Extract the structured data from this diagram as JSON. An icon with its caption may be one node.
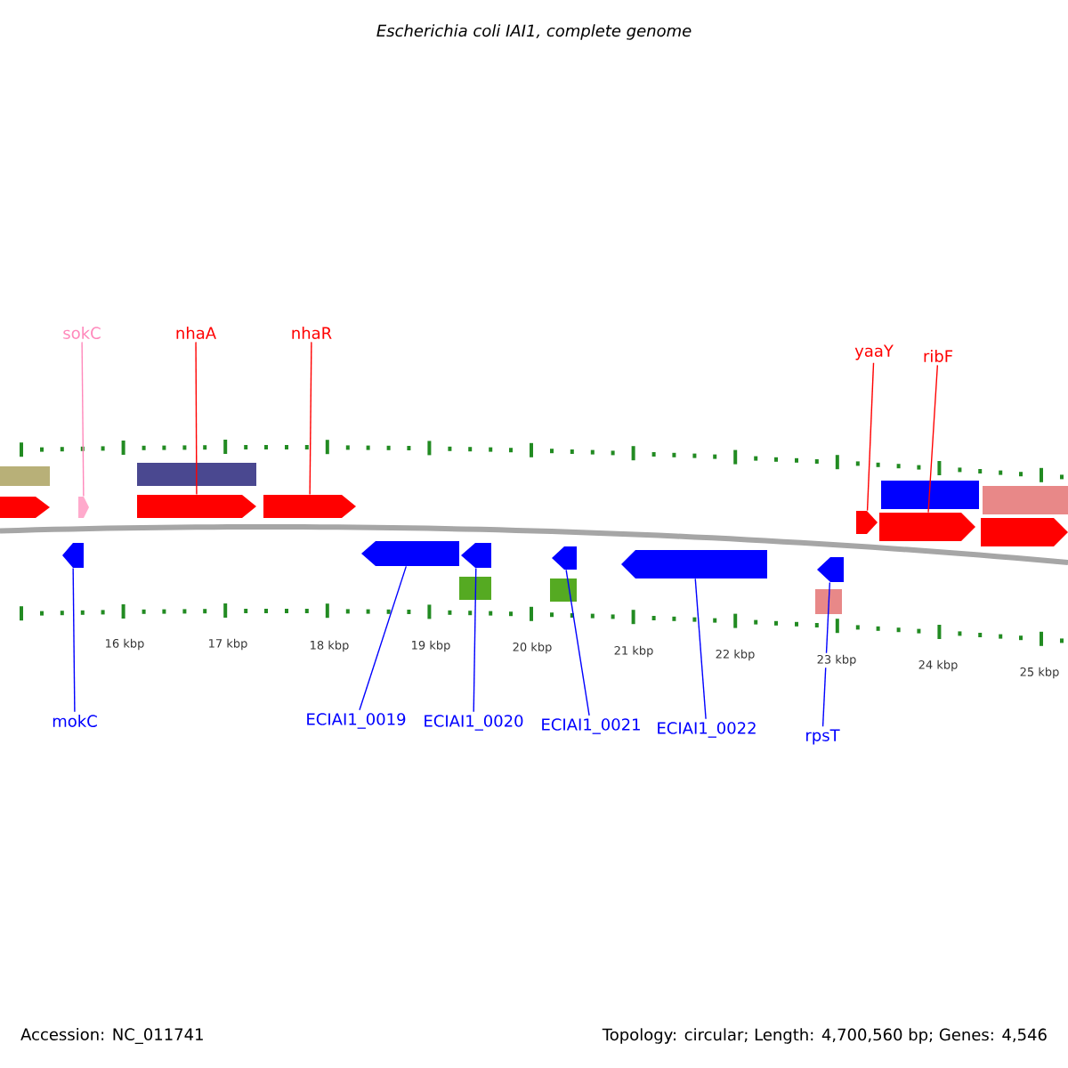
{
  "diagram": {
    "title": "Escherichia coli IAI1, complete genome",
    "nodes": [
      {
        "text": [
          "sokC"
        ]
      },
      {
        "text": [
          "nhaA"
        ]
      },
      {
        "text": [
          "nhaR"
        ]
      },
      {
        "text": [
          "yaaY"
        ]
      },
      {
        "text": [
          "ribF"
        ]
      },
      {
        "text": [
          "mokC"
        ]
      },
      {
        "text": [
          "ECIAI1_0019"
        ]
      },
      {
        "text": [
          "ECIAI1_0020"
        ]
      },
      {
        "text": [
          "ECIAI1_0021"
        ]
      },
      {
        "text": [
          "ECIAI1_0022"
        ]
      },
      {
        "text": [
          "rpsT"
        ]
      },
      {
        "text": [],
        "shape": "box"
      },
      {
        "text": [],
        "shape": "arrow"
      },
      {
        "text": [],
        "shape": "box"
      },
      {
        "text": [],
        "shape": "arrow"
      },
      {
        "text": [],
        "shape": "arrow"
      },
      {
        "text": [],
        "shape": "arrow"
      },
      {
        "text": [],
        "shape": "arrow"
      },
      {
        "text": [],
        "shape": "arrow"
      },
      {
        "text": [],
        "shape": "arrow"
      },
      {
        "text": [],
        "shape": "box"
      },
      {
        "text": [],
        "shape": "arrow"
      },
      {
        "text": [],
        "shape": "box"
      },
      {
        "text": [],
        "shape": "arrow"
      },
      {
        "text": [],
        "shape": "arrow"
      },
      {
        "text": [],
        "shape": "box"
      },
      {
        "text": [],
        "shape": "arrow"
      },
      {
        "text": [],
        "shape": "arrow"
      },
      {
        "text": [],
        "shape": "box"
      },
      {
        "text": [],
        "shape": "box"
      },
      {
        "text": [],
        "shape": "arrow"
      }
    ],
    "edges": [
      {
        "from": 0,
        "to": 14,
        "arrow": "none",
        "color": "#ff88bb"
      },
      {
        "from": 1,
        "to": 15,
        "arrow": "none",
        "color": "#ff0000"
      },
      {
        "from": 2,
        "to": 16,
        "arrow": "none",
        "color": "#ff0000"
      },
      {
        "from": 3,
        "to": 26,
        "arrow": "none",
        "color": "#ff0000"
      },
      {
        "from": 4,
        "to": 27,
        "arrow": "none",
        "color": "#ff0000"
      },
      {
        "from": 5,
        "to": 17,
        "arrow": "none"
      },
      {
        "from": 6,
        "to": 18,
        "arrow": "none"
      },
      {
        "from": 7,
        "to": 19,
        "arrow": "none"
      },
      {
        "from": 8,
        "to": 21,
        "arrow": "none"
      },
      {
        "from": 9,
        "to": 23,
        "arrow": "none"
      },
      {
        "from": 10,
        "to": 24,
        "arrow": "none"
      }
    ],
    "labels": [
      "16 kbp",
      "17 kbp",
      "18 kbp",
      "19 kbp",
      "20 kbp",
      "21 kbp",
      "22 kbp",
      "23 kbp",
      "24 kbp",
      "25 kbp",
      "Accession: NC_011741",
      "Topology: circular; Length: 4,700,560 bp; Genes: 4,546"
    ]
  }
}
